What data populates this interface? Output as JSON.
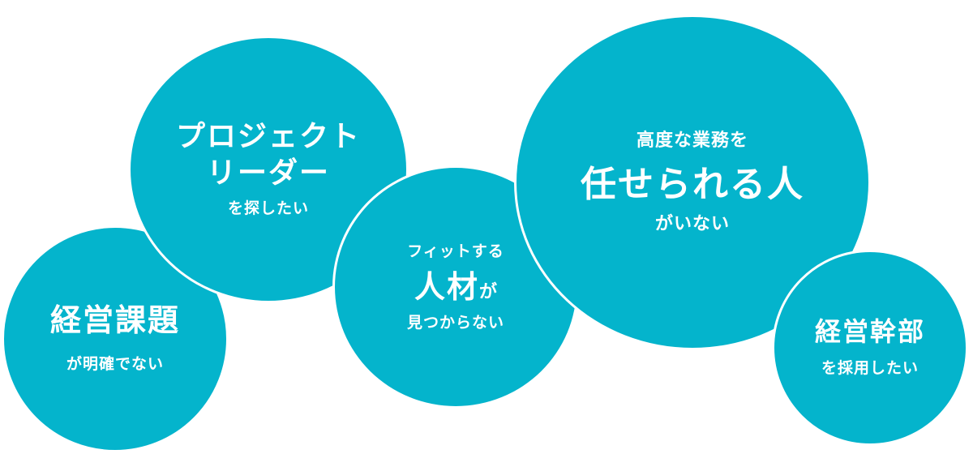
{
  "colors": {
    "bubble": "#04b4cc",
    "border": "#ffffff",
    "text": "#ffffff"
  },
  "bubbles": {
    "management_issue": {
      "line1": "経営課題",
      "line2": "が明確でない"
    },
    "project_leader": {
      "line1": "プロジェクト",
      "line2": "リーダー",
      "line3": "を探したい"
    },
    "fit_talent": {
      "line1": "フィットする",
      "line2_main": "人材",
      "line2_tail": "が",
      "line3": "見つからない"
    },
    "advanced_work": {
      "line1": "高度な業務を",
      "line2": "任せられる人",
      "line3": "がいない"
    },
    "executives": {
      "line1": "経営幹部",
      "line2": "を採用したい"
    }
  }
}
